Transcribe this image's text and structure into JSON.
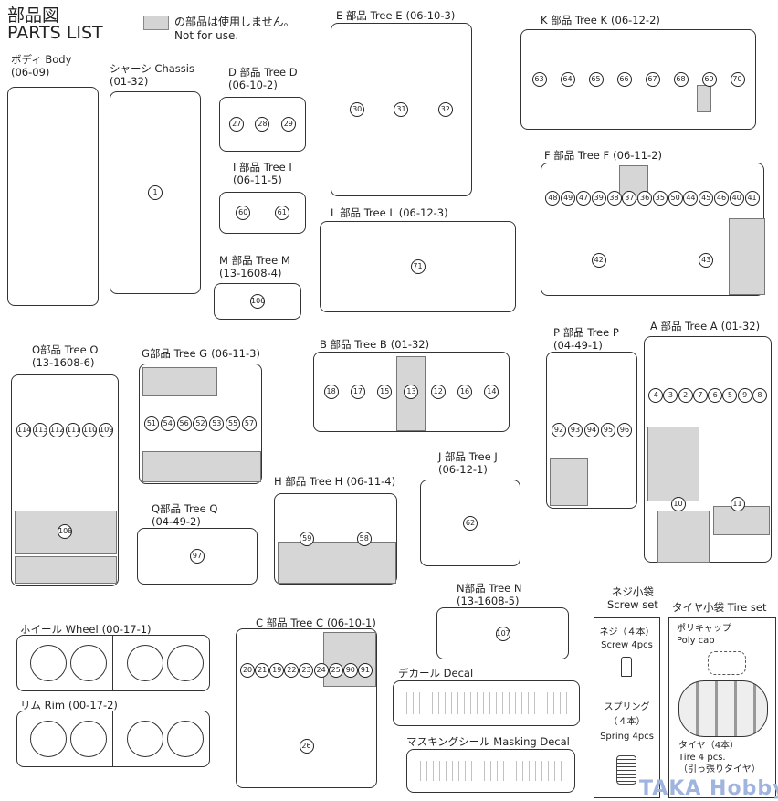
{
  "header": {
    "title_jp": "部品図",
    "title_en": "PARTS LIST"
  },
  "legend": {
    "jp": "の部品は使用しません。",
    "en": "Not for use.",
    "shade_color": "#d6d6d6"
  },
  "panels": [
    {
      "id": "body",
      "title": "ボディ Body",
      "code": "(06-09)",
      "parts": []
    },
    {
      "id": "chassis",
      "title": "シャーシ Chassis",
      "code": "(01-32)",
      "parts": [
        "1"
      ]
    },
    {
      "id": "d",
      "title": "D 部品 Tree D",
      "code": "(06-10-2)",
      "parts": [
        "27",
        "28",
        "29"
      ]
    },
    {
      "id": "i",
      "title": "I 部品 Tree I",
      "code": "(06-11-5)",
      "parts": [
        "60",
        "61"
      ]
    },
    {
      "id": "m",
      "title": "M 部品 Tree M",
      "code": "(13-1608-4)",
      "parts": [
        "106"
      ]
    },
    {
      "id": "e",
      "title": "E 部品 Tree E",
      "code": "(06-10-3)",
      "parts": [
        "30",
        "31",
        "32"
      ]
    },
    {
      "id": "k",
      "title": "K 部品 Tree K",
      "code": "(06-12-2)",
      "parts": [
        "63",
        "64",
        "65",
        "66",
        "67",
        "68",
        "69",
        "70"
      ]
    },
    {
      "id": "f",
      "title": "F 部品 Tree F",
      "code": "(06-11-2)",
      "parts": [
        "48",
        "49",
        "47",
        "39",
        "38",
        "37",
        "36",
        "35",
        "50",
        "44",
        "45",
        "46",
        "40",
        "41",
        "42",
        "43"
      ]
    },
    {
      "id": "l",
      "title": "L 部品 Tree L",
      "code": "(06-12-3)",
      "parts": [
        "71"
      ]
    },
    {
      "id": "b",
      "title": "B 部品 Tree B",
      "code": "(01-32)",
      "parts": [
        "18",
        "17",
        "15",
        "13",
        "12",
        "16",
        "14"
      ]
    },
    {
      "id": "o",
      "title": "O部品 Tree O",
      "code": "(13-1608-6)",
      "parts": [
        "114",
        "113",
        "112",
        "111",
        "110",
        "109",
        "108"
      ]
    },
    {
      "id": "g",
      "title": "G部品 Tree G",
      "code": "(06-11-3)",
      "parts": [
        "51",
        "54",
        "56",
        "52",
        "53",
        "55",
        "57"
      ]
    },
    {
      "id": "p",
      "title": "P 部品 Tree P",
      "code": "(04-49-1)",
      "parts": [
        "92",
        "93",
        "94",
        "95",
        "96"
      ]
    },
    {
      "id": "a",
      "title": "A 部品 Tree A",
      "code": "(01-32)",
      "parts": [
        "4",
        "3",
        "2",
        "7",
        "6",
        "5",
        "9",
        "8",
        "10",
        "11"
      ]
    },
    {
      "id": "j",
      "title": "J 部品 Tree J",
      "code": "(06-12-1)",
      "parts": [
        "62"
      ]
    },
    {
      "id": "h",
      "title": "H 部品 Tree H",
      "code": "(06-11-4)",
      "parts": [
        "59",
        "58"
      ]
    },
    {
      "id": "q",
      "title": "Q部品 Tree Q",
      "code": "(04-49-2)",
      "parts": [
        "97"
      ]
    },
    {
      "id": "n",
      "title": "N部品 Tree N",
      "code": "(13-1608-5)",
      "parts": [
        "107"
      ]
    },
    {
      "id": "wheel",
      "title": "ホイール Wheel",
      "code": "(00-17-1)",
      "parts": []
    },
    {
      "id": "rim",
      "title": "リム Rim",
      "code": "(00-17-2)",
      "parts": []
    },
    {
      "id": "c",
      "title": "C 部品 Tree C",
      "code": "(06-10-1)",
      "parts": [
        "20",
        "21",
        "19",
        "22",
        "23",
        "24",
        "25",
        "90",
        "91",
        "26"
      ]
    },
    {
      "id": "decal",
      "title": "デカール Decal",
      "code": "",
      "parts": []
    },
    {
      "id": "masking",
      "title": "マスキングシール Masking Decal",
      "code": "",
      "parts": []
    }
  ],
  "screw_set": {
    "title_jp": "ネジ小袋",
    "title_en": "Screw set",
    "screw_jp": "ネジ（４本）",
    "screw_en": "Screw 4pcs",
    "spring_jp": "スプリング",
    "spring_qty": "（４本）",
    "spring_en": "Spring 4pcs"
  },
  "tire_set": {
    "title": "タイヤ小袋 Tire set",
    "polycap_jp": "ポリキャップ",
    "polycap_en": "Poly cap",
    "tire_jp": "タイヤ（4本）",
    "tire_en": "Tire 4 pcs.",
    "tire_note": "（引っ張りタイヤ）"
  },
  "watermark": "TAKA Hobby"
}
